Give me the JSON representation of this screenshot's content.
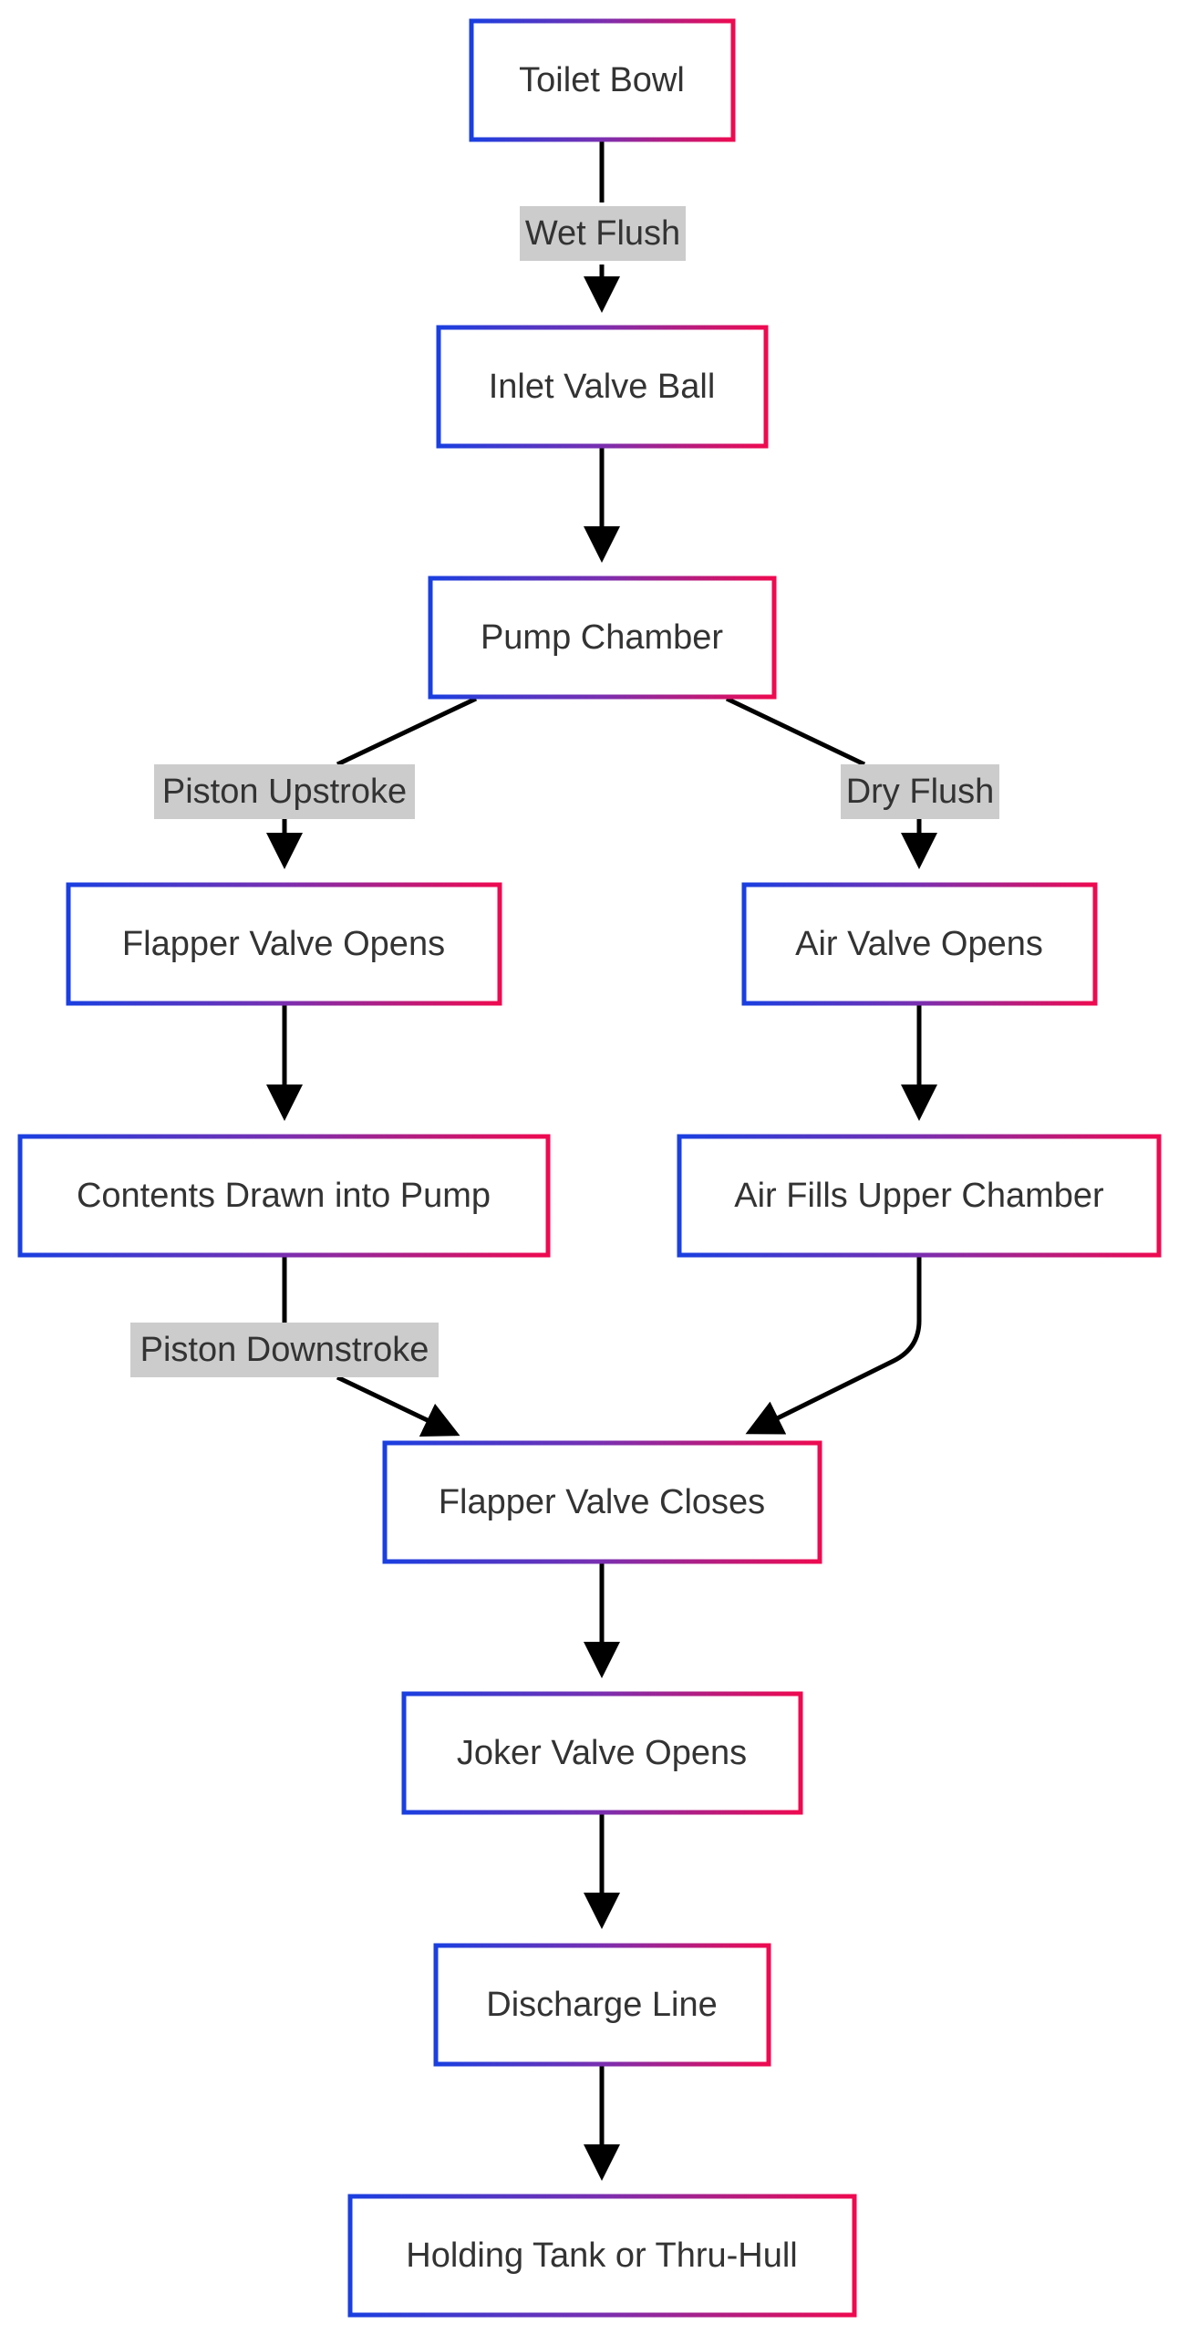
{
  "nodes": {
    "toilet_bowl": "Toilet Bowl",
    "inlet_valve_ball": "Inlet Valve Ball",
    "pump_chamber": "Pump Chamber",
    "flapper_valve_opens": "Flapper Valve Opens",
    "air_valve_opens": "Air Valve Opens",
    "contents_drawn": "Contents Drawn into Pump",
    "air_fills": "Air Fills Upper Chamber",
    "flapper_valve_closes": "Flapper Valve Closes",
    "joker_valve_opens": "Joker Valve Opens",
    "discharge_line": "Discharge Line",
    "holding_tank": "Holding Tank or Thru-Hull"
  },
  "edge_labels": {
    "wet_flush": "Wet Flush",
    "piston_upstroke": "Piston Upstroke",
    "dry_flush": "Dry Flush",
    "piston_downstroke": "Piston Downstroke"
  },
  "edges": [
    {
      "from": "toilet_bowl",
      "to": "inlet_valve_ball",
      "label": "wet_flush"
    },
    {
      "from": "inlet_valve_ball",
      "to": "pump_chamber"
    },
    {
      "from": "pump_chamber",
      "to": "flapper_valve_opens",
      "label": "piston_upstroke"
    },
    {
      "from": "pump_chamber",
      "to": "air_valve_opens",
      "label": "dry_flush"
    },
    {
      "from": "flapper_valve_opens",
      "to": "contents_drawn"
    },
    {
      "from": "air_valve_opens",
      "to": "air_fills"
    },
    {
      "from": "contents_drawn",
      "to": "flapper_valve_closes",
      "label": "piston_downstroke"
    },
    {
      "from": "air_fills",
      "to": "flapper_valve_closes"
    },
    {
      "from": "flapper_valve_closes",
      "to": "joker_valve_opens"
    },
    {
      "from": "joker_valve_opens",
      "to": "discharge_line"
    },
    {
      "from": "discharge_line",
      "to": "holding_tank"
    }
  ],
  "colors": {
    "node_border_start": "#1a3fe0",
    "node_border_end": "#ee0a50",
    "edge": "#000000",
    "edge_label_bg": "#cccccc",
    "text": "#333333"
  }
}
